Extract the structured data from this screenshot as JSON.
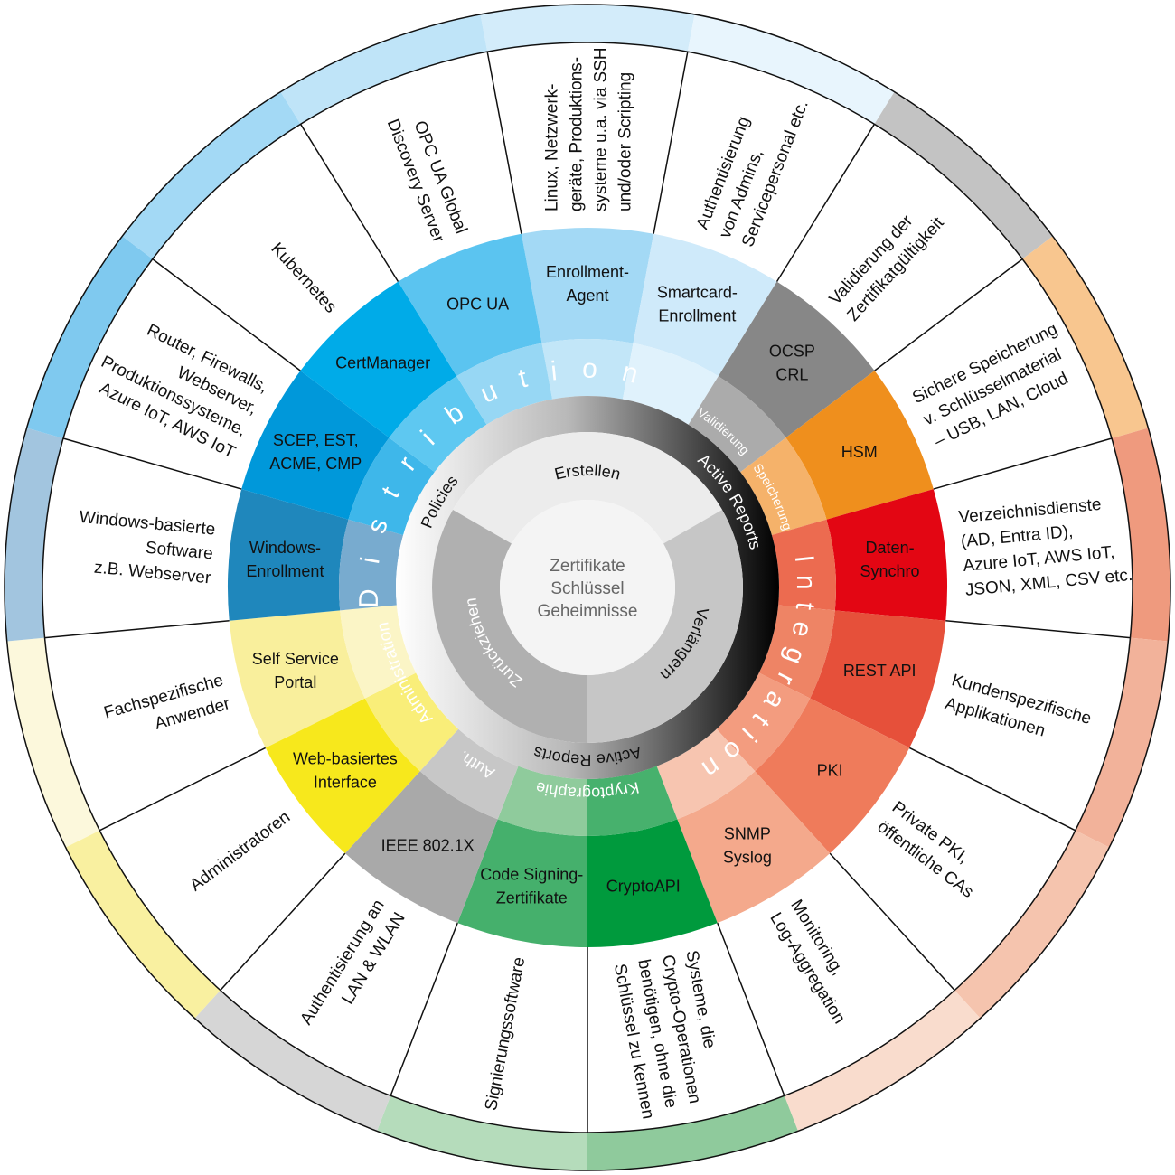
{
  "center": {
    "lines": [
      "Zertifikate",
      "Schlüssel",
      "Geheimnisse"
    ],
    "color": "#f4f4f4"
  },
  "lifecycle": [
    {
      "label": "Erstellen",
      "color": "#ececec",
      "text_color": "#111111"
    },
    {
      "label": "Verlängern",
      "color": "#c6c6c6",
      "text_color": "#111111"
    },
    {
      "label": "Zurückziehen",
      "color": "#b0b0b0",
      "text_color": "#ffffff"
    }
  ],
  "reports_ring": {
    "policies": "Policies",
    "active_reports_right": "Active Reports",
    "active_reports_bottom": "Active Reports"
  },
  "categories": [
    {
      "label": "Distribution",
      "segments": [
        13,
        14,
        15,
        16,
        0,
        1
      ]
    },
    {
      "label": "Validierung",
      "segments": [
        2
      ]
    },
    {
      "label": "Speicherung",
      "segments": [
        3
      ]
    },
    {
      "label": "Integration",
      "segments": [
        4,
        5,
        6,
        7
      ]
    },
    {
      "label": "Kryptographie",
      "segments": [
        8,
        9
      ]
    },
    {
      "label": "Auth.",
      "segments": [
        10
      ]
    },
    {
      "label": "Administration",
      "segments": [
        11,
        12
      ]
    }
  ],
  "segments": [
    {
      "label_lines": [
        "Enrollment-",
        "Agent"
      ],
      "description_lines": [
        "Linux, Netzwerk-",
        "geräte, Produktions-",
        "systeme u.a. via SSH",
        "und/oder Scripting"
      ],
      "color": "#a3d9f5",
      "band_color": "#c2e6f8",
      "outer_color": "#d3ecfa"
    },
    {
      "label_lines": [
        "Smartcard-",
        "Enrollment"
      ],
      "description_lines": [
        "Authentisierung",
        "von Admins,",
        "Servicepersonal etc."
      ],
      "color": "#cfeafa",
      "band_color": "#e0f2fc",
      "outer_color": "#e8f5fd"
    },
    {
      "label_lines": [
        "OCSP",
        "CRL"
      ],
      "description_lines": [
        "Validierung der",
        "Zertifikatgültigkeit"
      ],
      "color": "#878787",
      "band_color": "#ababab",
      "outer_color": "#c3c3c3"
    },
    {
      "label_lines": [
        "HSM"
      ],
      "description_lines": [
        "Sichere Speicherung",
        "v. Schlüsselmaterial",
        "– USB, LAN, Cloud"
      ],
      "color": "#ef8f1d",
      "band_color": "#f5b26a",
      "outer_color": "#f8c68f"
    },
    {
      "label_lines": [
        "Daten-",
        "Synchro"
      ],
      "description_lines": [
        "Verzeichnisdienste",
        "(AD, Entra ID),",
        "Azure IoT, AWS IoT,",
        "JSON, XML, CSV etc."
      ],
      "color": "#e30613",
      "band_color": "#ec6b50",
      "outer_color": "#ef9a7e"
    },
    {
      "label_lines": [
        "REST API"
      ],
      "description_lines": [
        "Kundenspezifische",
        "Applikationen"
      ],
      "color": "#e6503a",
      "band_color": "#ee8465",
      "outer_color": "#f2b29a"
    },
    {
      "label_lines": [
        "PKI"
      ],
      "description_lines": [
        "Private PKI,",
        "öffentliche CAs"
      ],
      "color": "#ef7b5b",
      "band_color": "#f39c7f",
      "outer_color": "#f5c4ae"
    },
    {
      "label_lines": [
        "SNMP",
        "Syslog"
      ],
      "description_lines": [
        "Monitoring,",
        "Log-Aggregation"
      ],
      "color": "#f4a98c",
      "band_color": "#f7c5b0",
      "outer_color": "#f9dccd"
    },
    {
      "label_lines": [
        "CryptoAPI"
      ],
      "description_lines": [
        "Systeme, die",
        "Crypto-Operationen",
        "benötigen, ohne die",
        "Schlüssel zu kennen"
      ],
      "color": "#009a3d",
      "band_color": "#47b16d",
      "outer_color": "#8fca9c"
    },
    {
      "label_lines": [
        "Code Signing-",
        "Zertifikate"
      ],
      "description_lines": [
        "Signierungssoftware"
      ],
      "color": "#45b06c",
      "band_color": "#8fcb9c",
      "outer_color": "#b5dcbb"
    },
    {
      "label_lines": [
        "IEEE 802.1X"
      ],
      "description_lines": [
        "Authentisierung an",
        "LAN & WLAN"
      ],
      "color": "#a9a9a9",
      "band_color": "#c7c7c7",
      "outer_color": "#d6d6d6"
    },
    {
      "label_lines": [
        "Web-basiertes",
        "Interface"
      ],
      "description_lines": [
        "Administratoren"
      ],
      "color": "#f7e81c",
      "band_color": "#f9ee79",
      "outer_color": "#f9f0a0"
    },
    {
      "label_lines": [
        "Self Service",
        "Portal"
      ],
      "description_lines": [
        "Fachspezifische",
        "Anwender"
      ],
      "color": "#f9ef9c",
      "band_color": "#fbf5c6",
      "outer_color": "#fcf8dc"
    },
    {
      "label_lines": [
        "Windows-",
        "Enrollment"
      ],
      "description_lines": [
        "Windows-basierte",
        "Software",
        "z.B. Webserver"
      ],
      "color": "#1f87bc",
      "band_color": "#78abcf",
      "outer_color": "#a2c5df"
    },
    {
      "label_lines": [
        "SCEP, EST,",
        "ACME, CMP"
      ],
      "description_lines": [
        "Router, Firewalls,",
        "Webserver,",
        "Produktionssysteme,",
        "Azure IoT, AWS IoT"
      ],
      "color": "#0098da",
      "band_color": "#3eb7ea",
      "outer_color": "#7fc9ef"
    },
    {
      "label_lines": [
        "CertManager"
      ],
      "description_lines": [
        "Kubernetes"
      ],
      "color": "#00abe8",
      "band_color": "#5ec8f1",
      "outer_color": "#a3d9f5"
    },
    {
      "label_lines": [
        "OPC UA"
      ],
      "description_lines": [
        "OPC UA Global",
        "Discovery Server"
      ],
      "color": "#5bc4f0",
      "band_color": "#97d7f4",
      "outer_color": "#bfe4f8"
    }
  ]
}
